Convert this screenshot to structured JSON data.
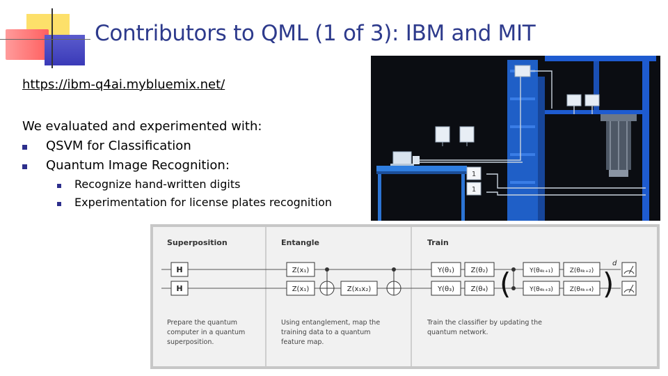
{
  "slide": {
    "title": "Contributors to QML (1 of 3): IBM and MIT",
    "link": "https://ibm-q4ai.mybluemix.net/",
    "intro": "We evaluated and experimented with:",
    "bullets": [
      "QSVM for Classification",
      "Quantum Image Recognition:"
    ],
    "sub_bullets": [
      "Recognize hand-written digits",
      "Experimentation for license plates recognition"
    ]
  },
  "hardware_figure": {
    "labels": [
      "1",
      "1"
    ]
  },
  "circuit_figure": {
    "sections": [
      "Superposition",
      "Entangle",
      "Train"
    ],
    "descriptions": [
      [
        "Prepare the quantum",
        "computer in a quantum",
        "superposition."
      ],
      [
        "Using entanglement, map the",
        "training data to a quantum",
        "feature map."
      ],
      [
        "Train the classifier by updating the",
        "quantum network."
      ]
    ],
    "gates": {
      "h": "H",
      "z_top": "Z(x₁)",
      "z_bottom": "Z(x₁)",
      "z_pair": "Z(x₁x₂)",
      "train_top": [
        "Y(θ₁)",
        "Z(θ₂)",
        "Y(θ₄ₖ₊₁)",
        "Z(θ₄ₖ₊₂)"
      ],
      "train_bottom": [
        "Y(θ₃)",
        "Z(θ₄)",
        "Y(θ₄ₖ₊₃)",
        "Z(θ₄ₖ₊₄)"
      ],
      "exponent": "d"
    },
    "colors": {
      "gate_fill": "#ffffff",
      "gate_stroke": "#333333",
      "wire": "#555555",
      "text": "#444444"
    }
  }
}
